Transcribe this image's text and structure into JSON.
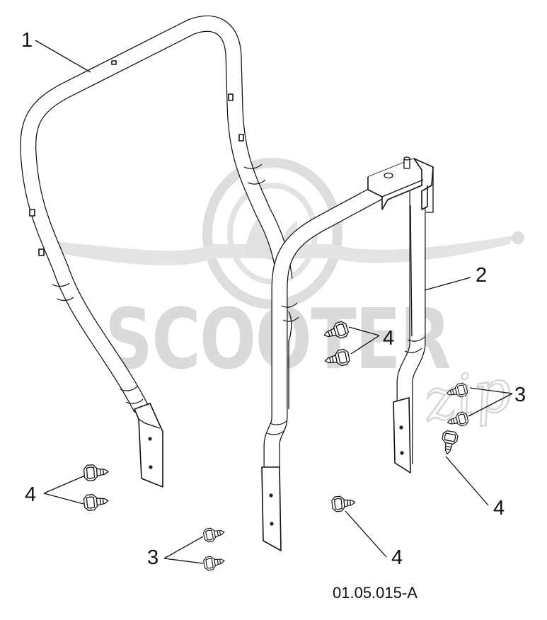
{
  "watermark": {
    "brand": "SCOOTER",
    "script": "zip"
  },
  "callouts": [
    {
      "id": "c1",
      "label": "1"
    },
    {
      "id": "c2",
      "label": "2"
    },
    {
      "id": "c3a",
      "label": "3"
    },
    {
      "id": "c3b",
      "label": "3"
    },
    {
      "id": "c4a",
      "label": "4"
    },
    {
      "id": "c4b",
      "label": "4"
    },
    {
      "id": "c4c",
      "label": "4"
    },
    {
      "id": "c4d",
      "label": "4"
    }
  ],
  "drawing_code": "01.05.015-A",
  "colors": {
    "line": "#111111",
    "watermark": "#d9d9d9",
    "background": "#ffffff"
  }
}
